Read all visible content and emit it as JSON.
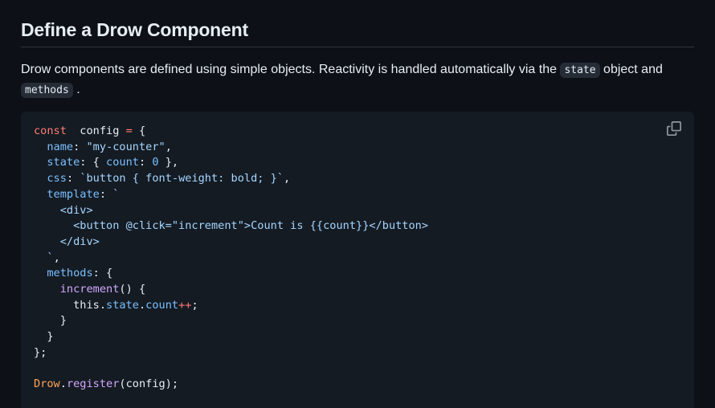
{
  "heading": "Define a Drow Component",
  "paragraph": {
    "text_before": "Drow components are defined using simple objects. Reactivity is handled automatically via the ",
    "code_state": "state",
    "text_middle": " object and",
    "code_methods": "methods",
    "text_after": " ."
  },
  "code": {
    "copy_icon": "copy-icon",
    "lines": [
      [
        [
          "kw",
          "const"
        ],
        [
          "",
          "  "
        ],
        [
          "",
          "config "
        ],
        [
          "kw",
          "="
        ],
        [
          "",
          " {"
        ]
      ],
      [
        [
          "",
          "  "
        ],
        [
          "prop",
          "name"
        ],
        [
          "",
          ": "
        ],
        [
          "str",
          "\"my-counter\""
        ],
        [
          "",
          ","
        ]
      ],
      [
        [
          "",
          "  "
        ],
        [
          "prop",
          "state"
        ],
        [
          "",
          ": { "
        ],
        [
          "prop",
          "count"
        ],
        [
          "",
          ": "
        ],
        [
          "num",
          "0"
        ],
        [
          "",
          " },"
        ]
      ],
      [
        [
          "",
          "  "
        ],
        [
          "prop",
          "css"
        ],
        [
          "",
          ": "
        ],
        [
          "str",
          "`button { font-weight: bold; }`"
        ],
        [
          "",
          ","
        ]
      ],
      [
        [
          "",
          "  "
        ],
        [
          "prop",
          "template"
        ],
        [
          "",
          ": "
        ],
        [
          "str",
          "`"
        ]
      ],
      [
        [
          "str",
          "    <div>"
        ]
      ],
      [
        [
          "str",
          "      <button @click=\"increment\">Count is {{count}}</button>"
        ]
      ],
      [
        [
          "str",
          "    </div>"
        ]
      ],
      [
        [
          "str",
          "  `"
        ],
        [
          "",
          ","
        ]
      ],
      [
        [
          "",
          "  "
        ],
        [
          "prop",
          "methods"
        ],
        [
          "",
          ": {"
        ]
      ],
      [
        [
          "",
          "    "
        ],
        [
          "fn",
          "increment"
        ],
        [
          "",
          "() {"
        ]
      ],
      [
        [
          "",
          "      this."
        ],
        [
          "prop",
          "state"
        ],
        [
          "",
          "."
        ],
        [
          "prop",
          "count"
        ],
        [
          "kw",
          "++"
        ],
        [
          "",
          ";"
        ]
      ],
      [
        [
          "",
          "    }"
        ]
      ],
      [
        [
          "",
          "  }"
        ]
      ],
      [
        [
          "",
          "};"
        ]
      ],
      [
        [
          "",
          ""
        ]
      ],
      [
        [
          "obj",
          "Drow"
        ],
        [
          "",
          "."
        ],
        [
          "fn",
          "register"
        ],
        [
          "",
          "(config);"
        ]
      ]
    ]
  }
}
